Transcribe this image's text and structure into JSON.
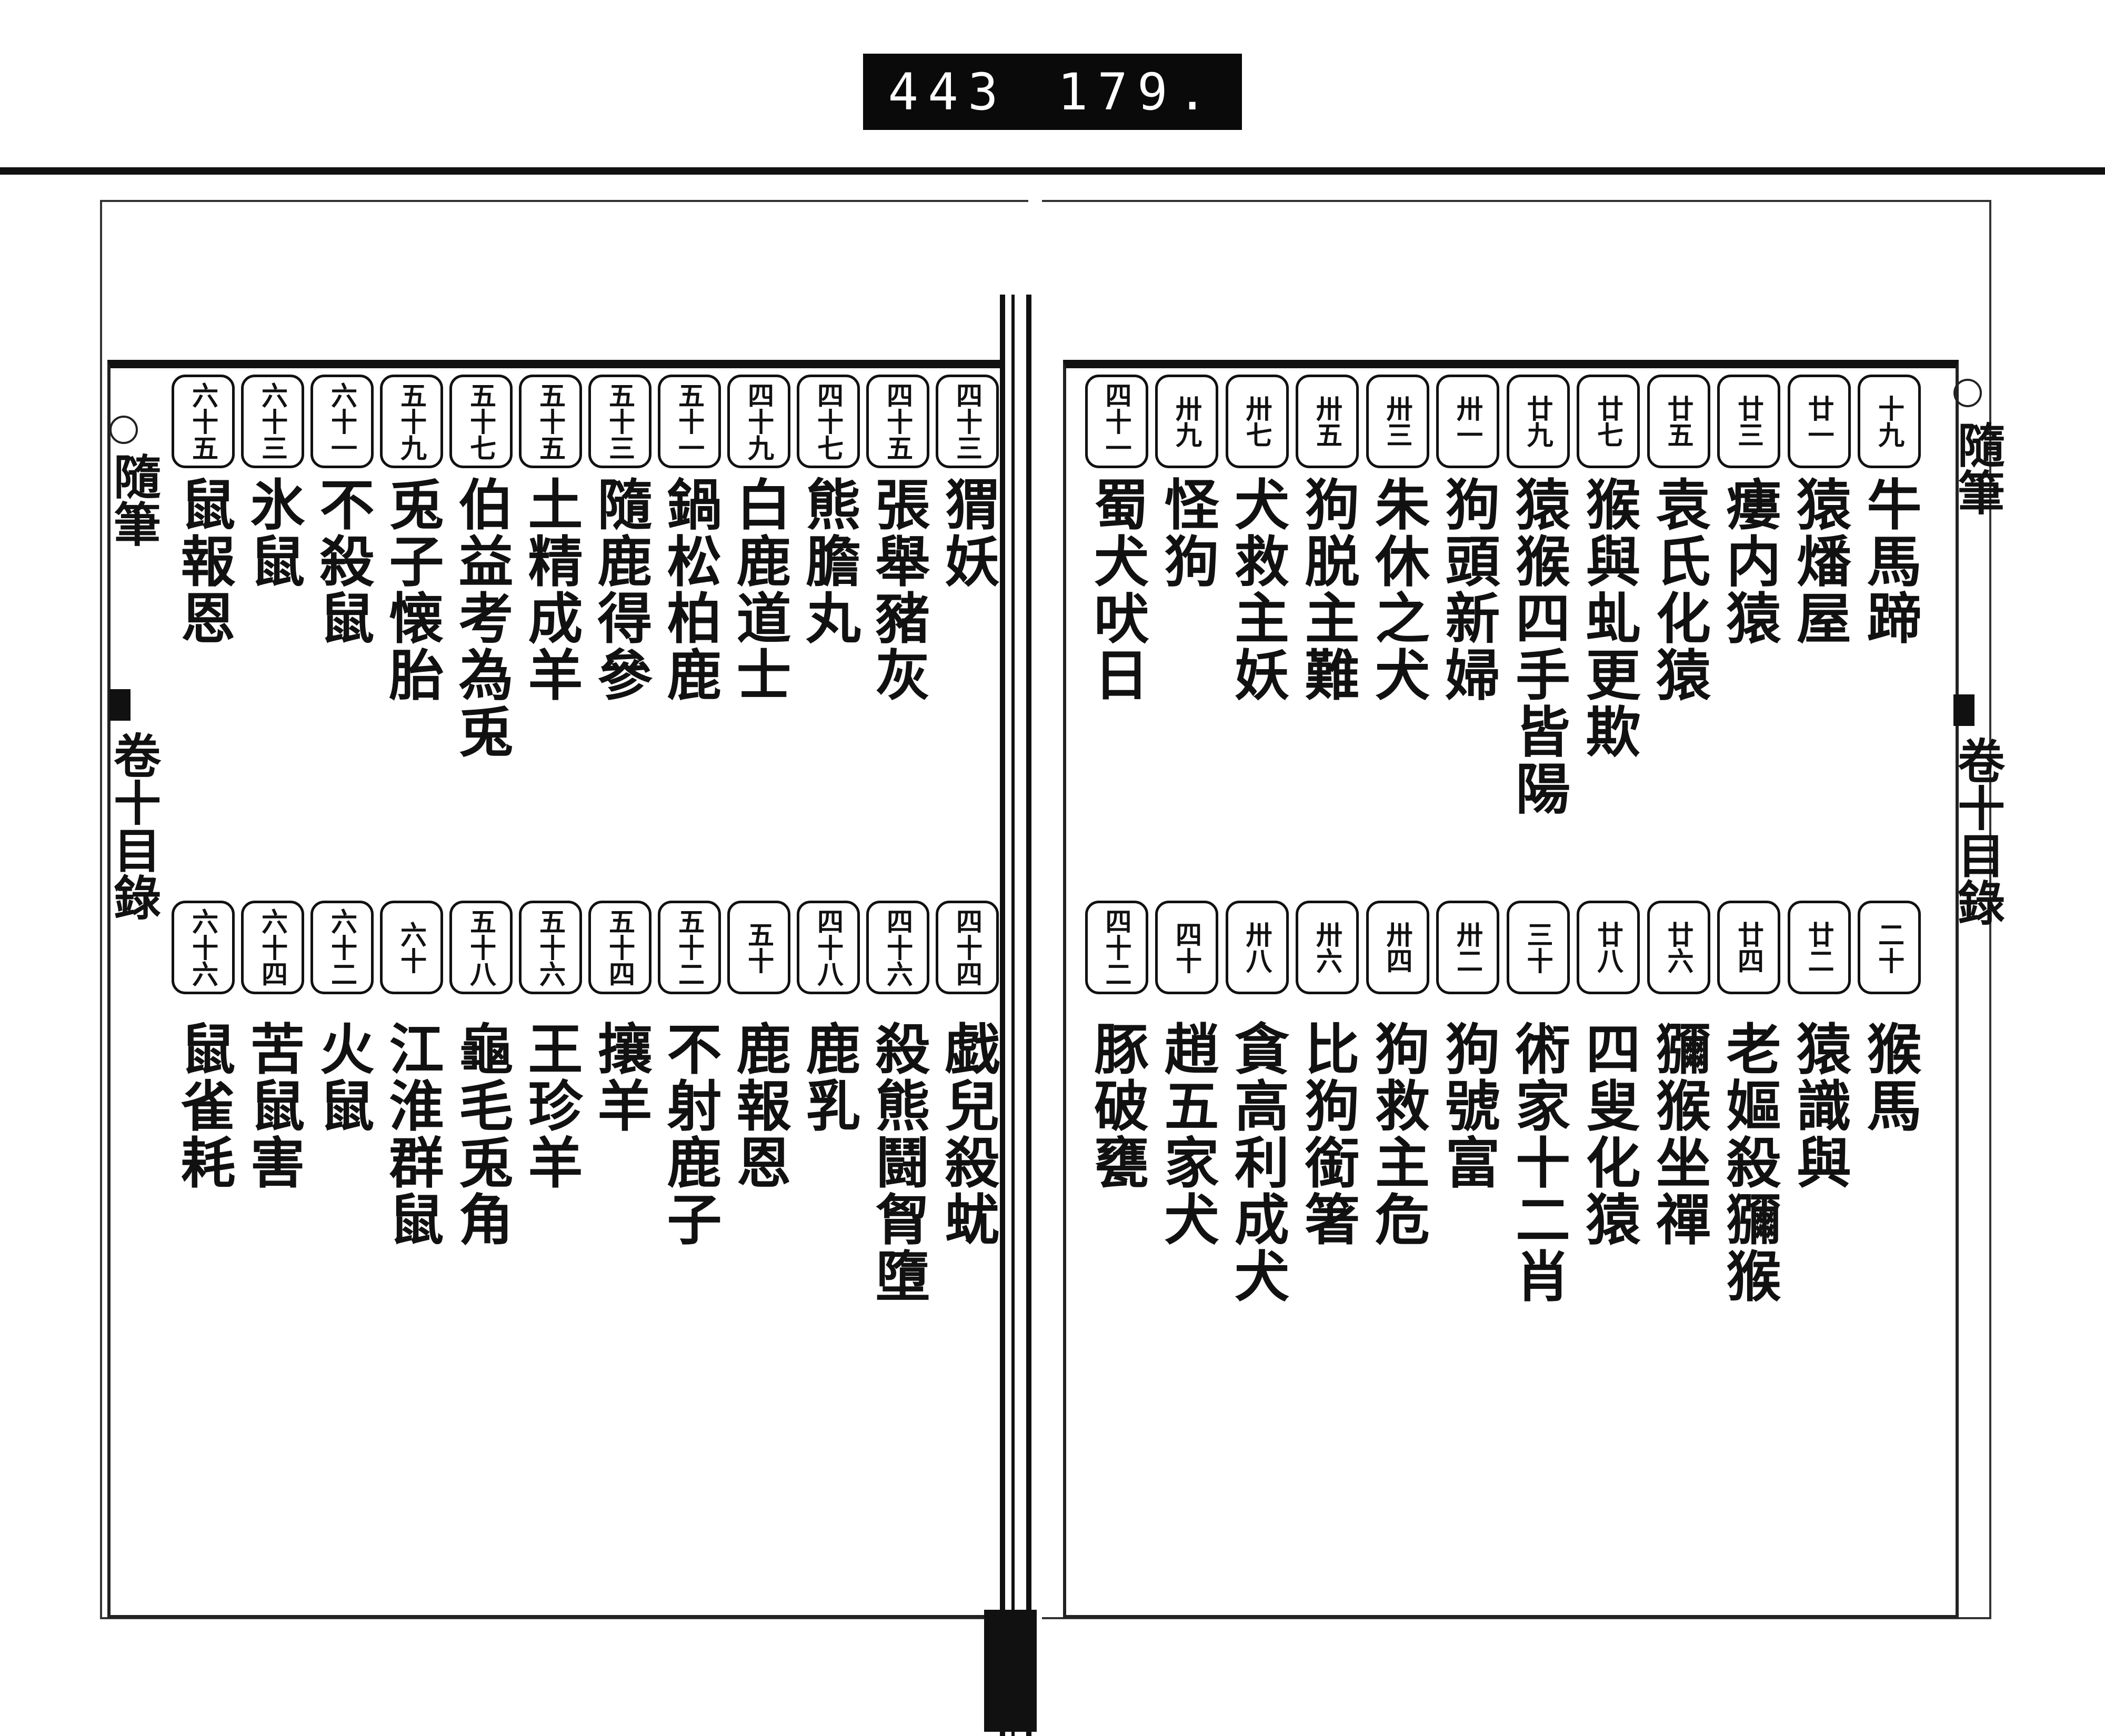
{
  "scan_label": {
    "left": "443",
    "right": "179."
  },
  "margin": {
    "right": {
      "title": "隨筆",
      "section": "卷十目錄"
    },
    "left": {
      "title": "隨筆",
      "section": "卷十目錄"
    }
  },
  "right_page": {
    "top_row": [
      {
        "num": "十九",
        "title": "牛馬蹄"
      },
      {
        "num": "廿一",
        "title": "猿燔屋"
      },
      {
        "num": "廿三",
        "title": "瘻内猿"
      },
      {
        "num": "廿五",
        "title": "袁氏化猿"
      },
      {
        "num": "廿七",
        "title": "猴與虬更欺"
      },
      {
        "num": "廿九",
        "title": "猿猴四手皆陽"
      },
      {
        "num": "卅一",
        "title": "狗頭新婦"
      },
      {
        "num": "卅三",
        "title": "朱休之犬"
      },
      {
        "num": "卅五",
        "title": "狗脱主難"
      },
      {
        "num": "卅七",
        "title": "犬救主妖"
      },
      {
        "num": "卅九",
        "title": "怪狗"
      },
      {
        "num": "四十一",
        "title": "蜀犬吠日"
      }
    ],
    "bottom_row": [
      {
        "num": "二十",
        "title": "猴馬"
      },
      {
        "num": "廿二",
        "title": "猿識與"
      },
      {
        "num": "廿四",
        "title": "老嫗殺獼猴"
      },
      {
        "num": "廿六",
        "title": "獼猴坐禪"
      },
      {
        "num": "廿八",
        "title": "四叟化猿"
      },
      {
        "num": "三十",
        "title": "術家十二肖"
      },
      {
        "num": "卅二",
        "title": "狗號富"
      },
      {
        "num": "卅四",
        "title": "狗救主危"
      },
      {
        "num": "卅六",
        "title": "比狗銜箸"
      },
      {
        "num": "卅八",
        "title": "貪高利成犬"
      },
      {
        "num": "四十",
        "title": "趙五家犬"
      },
      {
        "num": "四十二",
        "title": "豚破甕"
      }
    ]
  },
  "left_page": {
    "top_row": [
      {
        "num": "四十三",
        "title": "猬妖"
      },
      {
        "num": "四十五",
        "title": "張舉豬灰"
      },
      {
        "num": "四十七",
        "title": "熊膽丸"
      },
      {
        "num": "四十九",
        "title": "白鹿道士"
      },
      {
        "num": "五十一",
        "title": "鍋松柏鹿"
      },
      {
        "num": "五十三",
        "title": "隨鹿得參"
      },
      {
        "num": "五十五",
        "title": "土精成羊"
      },
      {
        "num": "五十七",
        "title": "伯益考為兎"
      },
      {
        "num": "五十九",
        "title": "兎子懐胎"
      },
      {
        "num": "六十一",
        "title": "不殺鼠"
      },
      {
        "num": "六十三",
        "title": "氷鼠"
      },
      {
        "num": "六十五",
        "title": "鼠報恩"
      }
    ],
    "bottom_row": [
      {
        "num": "四十四",
        "title": "戯兒殺蚘"
      },
      {
        "num": "四十六",
        "title": "殺熊鬪胷墮"
      },
      {
        "num": "四十八",
        "title": "鹿乳"
      },
      {
        "num": "五十",
        "title": "鹿報恩"
      },
      {
        "num": "五十二",
        "title": "不射鹿子"
      },
      {
        "num": "五十四",
        "title": "攘羊"
      },
      {
        "num": "五十六",
        "title": "王珍羊"
      },
      {
        "num": "五十八",
        "title": "龜毛兎角"
      },
      {
        "num": "六十",
        "title": "江淮群鼠"
      },
      {
        "num": "六十二",
        "title": "火鼠"
      },
      {
        "num": "六十四",
        "title": "苦鼠害"
      },
      {
        "num": "六十六",
        "title": "鼠雀耗"
      }
    ]
  }
}
